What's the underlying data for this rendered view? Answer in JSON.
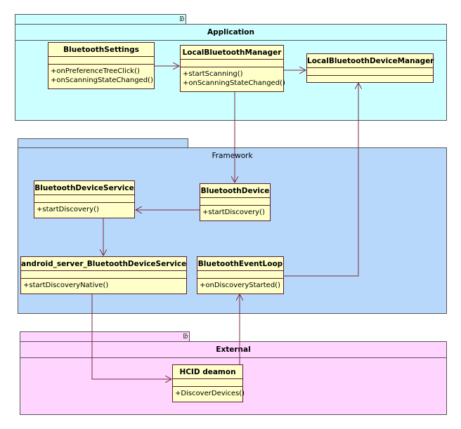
{
  "packages": {
    "application": {
      "title": "Application"
    },
    "framework": {
      "title": "Framework"
    },
    "external": {
      "title": "External"
    }
  },
  "classes": {
    "bluetooth_settings": {
      "name": "BluetoothSettings",
      "operations": [
        "+onPreferenceTreeClick()",
        "+onScanningStateChanged()"
      ]
    },
    "local_bluetooth_manager": {
      "name": "LocalBluetoothManager",
      "operations": [
        "+startScanning()",
        "+onScanningStateChanged()"
      ]
    },
    "local_bluetooth_device_manager": {
      "name": "LocalBluetoothDeviceManager",
      "operations": []
    },
    "bluetooth_device_service": {
      "name": "BluetoothDeviceService",
      "operations": [
        "+startDiscovery()"
      ]
    },
    "bluetooth_device": {
      "name": "BluetoothDevice",
      "operations": [
        "+startDiscovery()"
      ]
    },
    "android_server_bluetooth_device_service": {
      "name": "android_server_BluetoothDeviceService",
      "operations": [
        "+startDiscoveryNative()"
      ]
    },
    "bluetooth_event_loop": {
      "name": "BluetoothEventLoop",
      "operations": [
        "+onDiscoveryStarted()"
      ]
    },
    "hcid_deamon": {
      "name": "HCID deamon",
      "operations": [
        "+DiscoverDevices()"
      ]
    }
  },
  "colors": {
    "application_fill": "#ccffff",
    "framework_fill": "#b8d8fb",
    "external_fill": "#ffd4ff",
    "class_fill": "#ffffc8",
    "connector": "#7a2a3e"
  }
}
